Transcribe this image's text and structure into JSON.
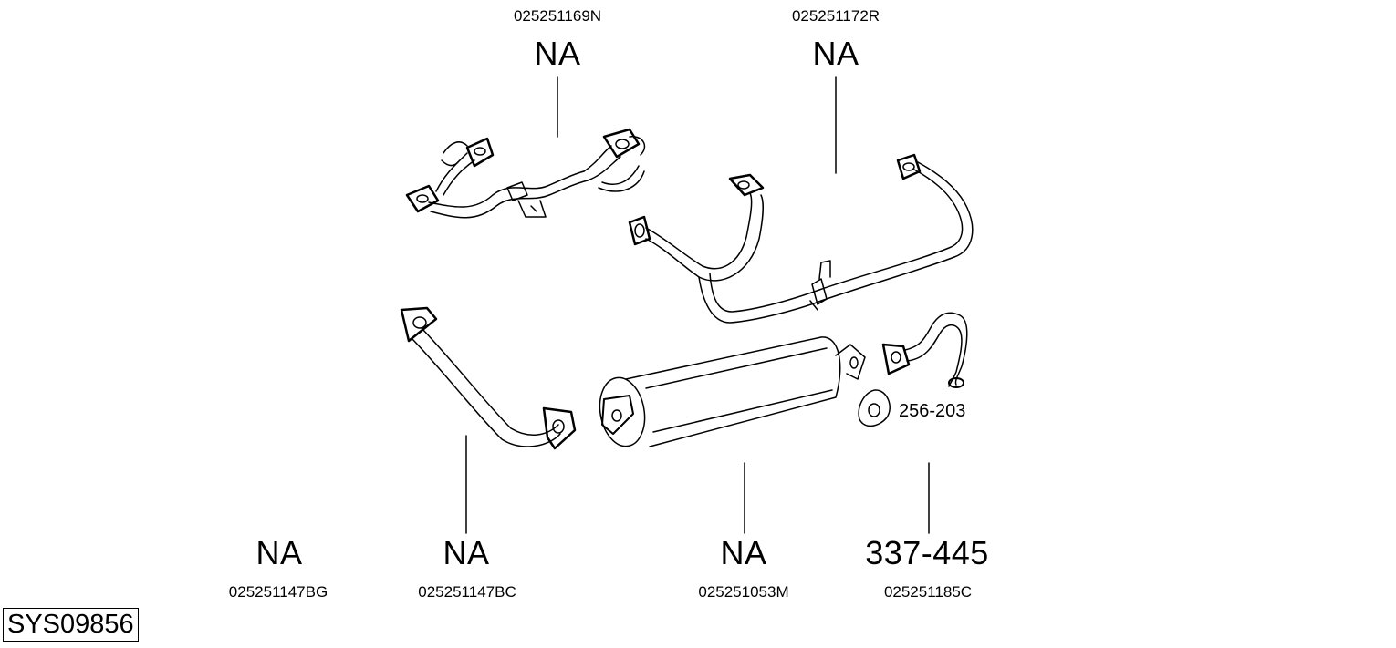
{
  "diagram_code": "SYS09856",
  "parts": [
    {
      "id": "front-pipe-assembly",
      "oe_number": "025251169N",
      "catalog_number": "NA"
    },
    {
      "id": "middle-pipe",
      "oe_number": "025251172R",
      "catalog_number": "NA"
    },
    {
      "id": "front-pipe-left",
      "oe_number": "025251147BG",
      "catalog_number": "NA"
    },
    {
      "id": "front-pipe-right",
      "oe_number": "025251147BC",
      "catalog_number": "NA"
    },
    {
      "id": "rear-silencer",
      "oe_number": "025251053M",
      "catalog_number": "NA"
    },
    {
      "id": "tail-pipe",
      "oe_number": "025251185C",
      "catalog_number": "337-445"
    }
  ],
  "gasket": {
    "catalog_number": "256-203"
  }
}
